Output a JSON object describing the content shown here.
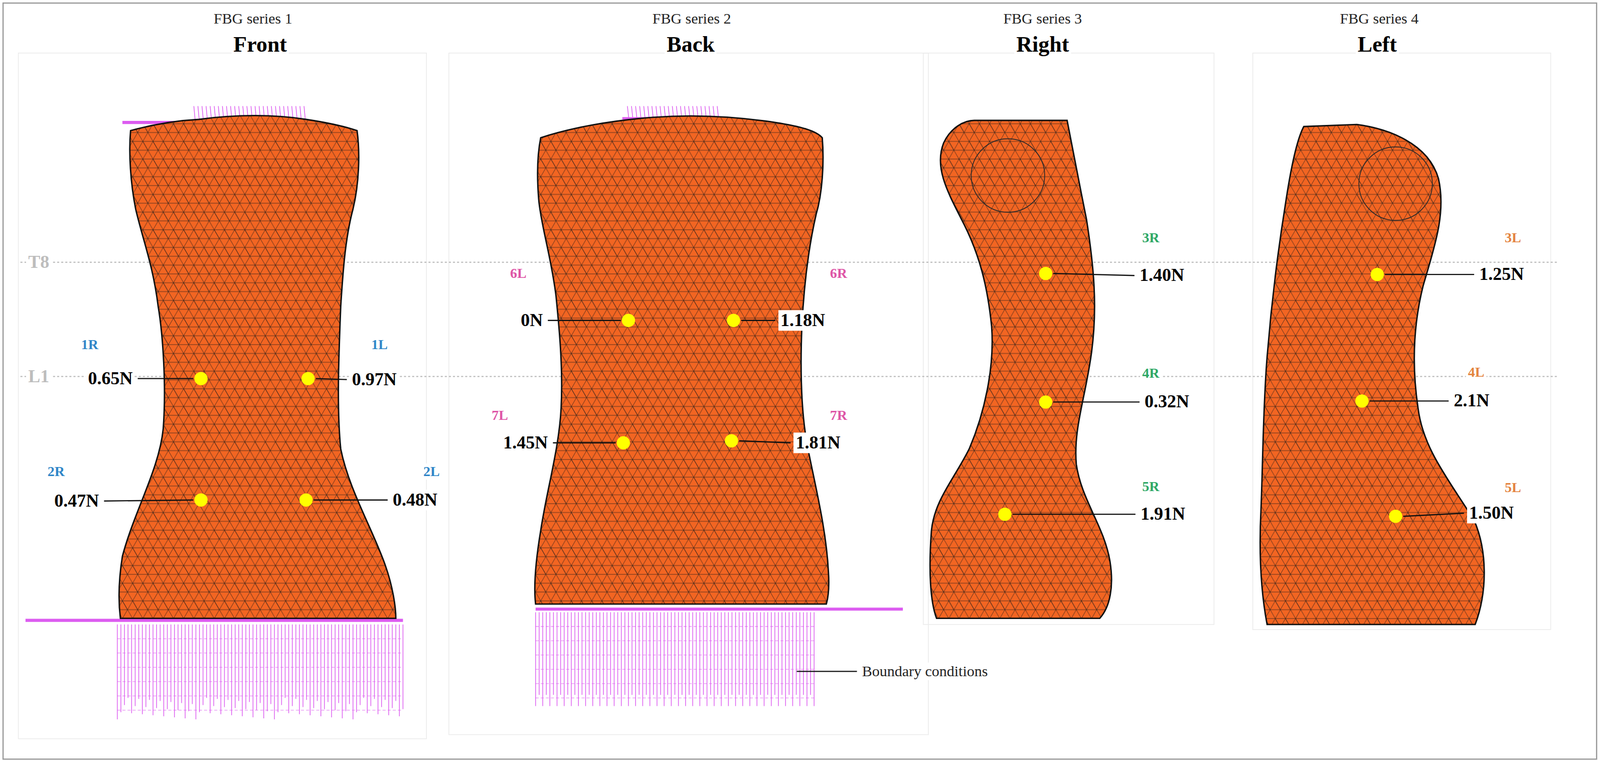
{
  "diagram": {
    "labels": [
      "FBG series 1",
      "Front",
      "FBG series 2",
      "Back",
      "FBG series 3",
      "Right",
      "FBG series 4",
      "Left",
      "T8",
      "L1",
      "1R",
      "0.65N",
      "1L",
      "0.97N",
      "2R",
      "0.47N",
      "2L",
      "0.48N",
      "6L",
      "0N",
      "6R",
      "1.18N",
      "7L",
      "1.45N",
      "7R",
      "1.81N",
      "3R",
      "1.40N",
      "4R",
      "0.32N",
      "5R",
      "1.91N",
      "3L",
      "1.25N",
      "4L",
      "2.1N",
      "5L",
      "1.50N",
      "Boundary conditions"
    ]
  }
}
